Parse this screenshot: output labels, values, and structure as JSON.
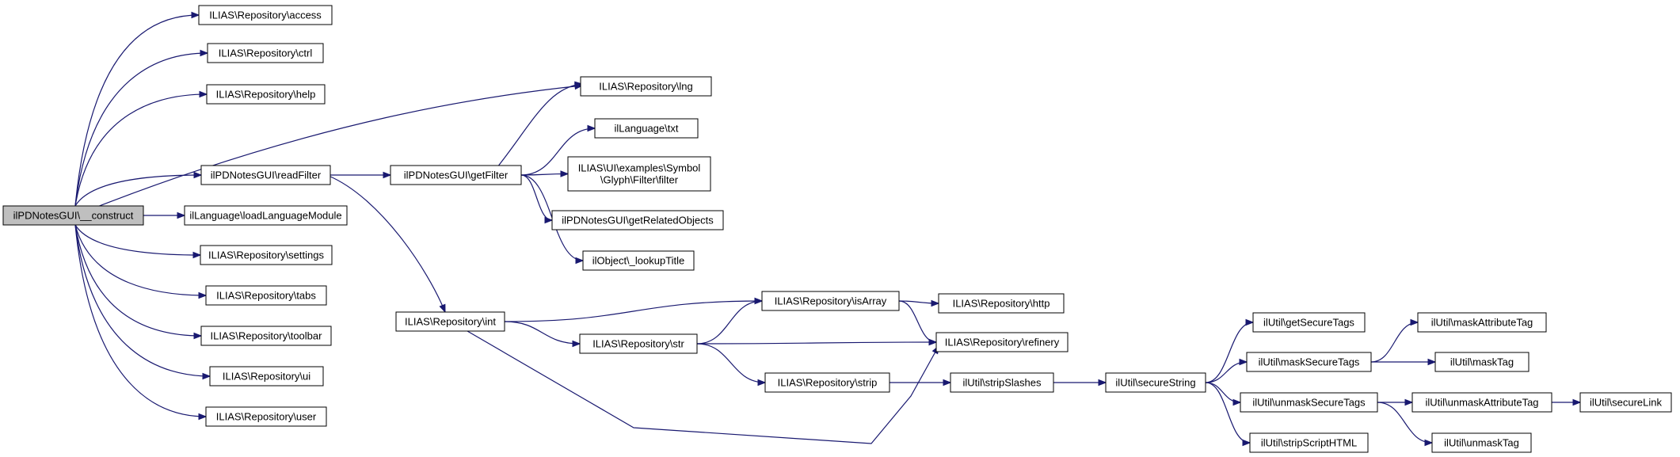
{
  "graph": {
    "nodes": [
      {
        "id": "construct",
        "lines": [
          "ilPDNotesGUI\\__construct"
        ],
        "root": true
      },
      {
        "id": "access",
        "lines": [
          "ILIAS\\Repository\\access"
        ]
      },
      {
        "id": "ctrl",
        "lines": [
          "ILIAS\\Repository\\ctrl"
        ]
      },
      {
        "id": "help",
        "lines": [
          "ILIAS\\Repository\\help"
        ]
      },
      {
        "id": "readFilter",
        "lines": [
          "ilPDNotesGUI\\readFilter"
        ]
      },
      {
        "id": "loadLanguageModule",
        "lines": [
          "ilLanguage\\loadLanguageModule"
        ]
      },
      {
        "id": "settings",
        "lines": [
          "ILIAS\\Repository\\settings"
        ]
      },
      {
        "id": "tabs",
        "lines": [
          "ILIAS\\Repository\\tabs"
        ]
      },
      {
        "id": "toolbar",
        "lines": [
          "ILIAS\\Repository\\toolbar"
        ]
      },
      {
        "id": "ui",
        "lines": [
          "ILIAS\\Repository\\ui"
        ]
      },
      {
        "id": "user",
        "lines": [
          "ILIAS\\Repository\\user"
        ]
      },
      {
        "id": "getFilter",
        "lines": [
          "ilPDNotesGUI\\getFilter"
        ]
      },
      {
        "id": "int",
        "lines": [
          "ILIAS\\Repository\\int"
        ]
      },
      {
        "id": "lng",
        "lines": [
          "ILIAS\\Repository\\lng"
        ]
      },
      {
        "id": "txt",
        "lines": [
          "ilLanguage\\txt"
        ]
      },
      {
        "id": "filter",
        "lines": [
          "ILIAS\\UI\\examples\\Symbol",
          "\\Glyph\\Filter\\filter"
        ]
      },
      {
        "id": "getRelatedObjects",
        "lines": [
          "ilPDNotesGUI\\getRelatedObjects"
        ]
      },
      {
        "id": "lookupTitle",
        "lines": [
          "ilObject\\_lookupTitle"
        ]
      },
      {
        "id": "str",
        "lines": [
          "ILIAS\\Repository\\str"
        ]
      },
      {
        "id": "isArray",
        "lines": [
          "ILIAS\\Repository\\isArray"
        ]
      },
      {
        "id": "strip",
        "lines": [
          "ILIAS\\Repository\\strip"
        ]
      },
      {
        "id": "http",
        "lines": [
          "ILIAS\\Repository\\http"
        ]
      },
      {
        "id": "refinery",
        "lines": [
          "ILIAS\\Repository\\refinery"
        ]
      },
      {
        "id": "stripSlashes",
        "lines": [
          "ilUtil\\stripSlashes"
        ]
      },
      {
        "id": "secureString",
        "lines": [
          "ilUtil\\secureString"
        ]
      },
      {
        "id": "getSecureTags",
        "lines": [
          "ilUtil\\getSecureTags"
        ]
      },
      {
        "id": "maskSecureTags",
        "lines": [
          "ilUtil\\maskSecureTags"
        ]
      },
      {
        "id": "unmaskSecureTags",
        "lines": [
          "ilUtil\\unmaskSecureTags"
        ]
      },
      {
        "id": "stripScriptHTML",
        "lines": [
          "ilUtil\\stripScriptHTML"
        ]
      },
      {
        "id": "maskAttributeTag",
        "lines": [
          "ilUtil\\maskAttributeTag"
        ]
      },
      {
        "id": "maskTag",
        "lines": [
          "ilUtil\\maskTag"
        ]
      },
      {
        "id": "unmaskAttributeTag",
        "lines": [
          "ilUtil\\unmaskAttributeTag"
        ]
      },
      {
        "id": "unmaskTag",
        "lines": [
          "ilUtil\\unmaskTag"
        ]
      },
      {
        "id": "secureLink",
        "lines": [
          "ilUtil\\secureLink"
        ]
      }
    ],
    "edges": [
      [
        "construct",
        "access"
      ],
      [
        "construct",
        "ctrl"
      ],
      [
        "construct",
        "help"
      ],
      [
        "construct",
        "lng"
      ],
      [
        "construct",
        "readFilter"
      ],
      [
        "construct",
        "loadLanguageModule"
      ],
      [
        "construct",
        "settings"
      ],
      [
        "construct",
        "tabs"
      ],
      [
        "construct",
        "toolbar"
      ],
      [
        "construct",
        "ui"
      ],
      [
        "construct",
        "user"
      ],
      [
        "readFilter",
        "getFilter"
      ],
      [
        "readFilter",
        "int"
      ],
      [
        "getFilter",
        "lng"
      ],
      [
        "getFilter",
        "txt"
      ],
      [
        "getFilter",
        "filter"
      ],
      [
        "getFilter",
        "getRelatedObjects"
      ],
      [
        "getFilter",
        "lookupTitle"
      ],
      [
        "int",
        "isArray"
      ],
      [
        "int",
        "str"
      ],
      [
        "int",
        "refinery"
      ],
      [
        "str",
        "isArray"
      ],
      [
        "str",
        "refinery"
      ],
      [
        "str",
        "strip"
      ],
      [
        "isArray",
        "http"
      ],
      [
        "isArray",
        "refinery"
      ],
      [
        "strip",
        "stripSlashes"
      ],
      [
        "stripSlashes",
        "secureString"
      ],
      [
        "secureString",
        "getSecureTags"
      ],
      [
        "secureString",
        "maskSecureTags"
      ],
      [
        "secureString",
        "unmaskSecureTags"
      ],
      [
        "secureString",
        "stripScriptHTML"
      ],
      [
        "maskSecureTags",
        "maskAttributeTag"
      ],
      [
        "maskSecureTags",
        "maskTag"
      ],
      [
        "unmaskSecureTags",
        "unmaskAttributeTag"
      ],
      [
        "unmaskSecureTags",
        "unmaskTag"
      ],
      [
        "unmaskAttributeTag",
        "secureLink"
      ]
    ]
  }
}
